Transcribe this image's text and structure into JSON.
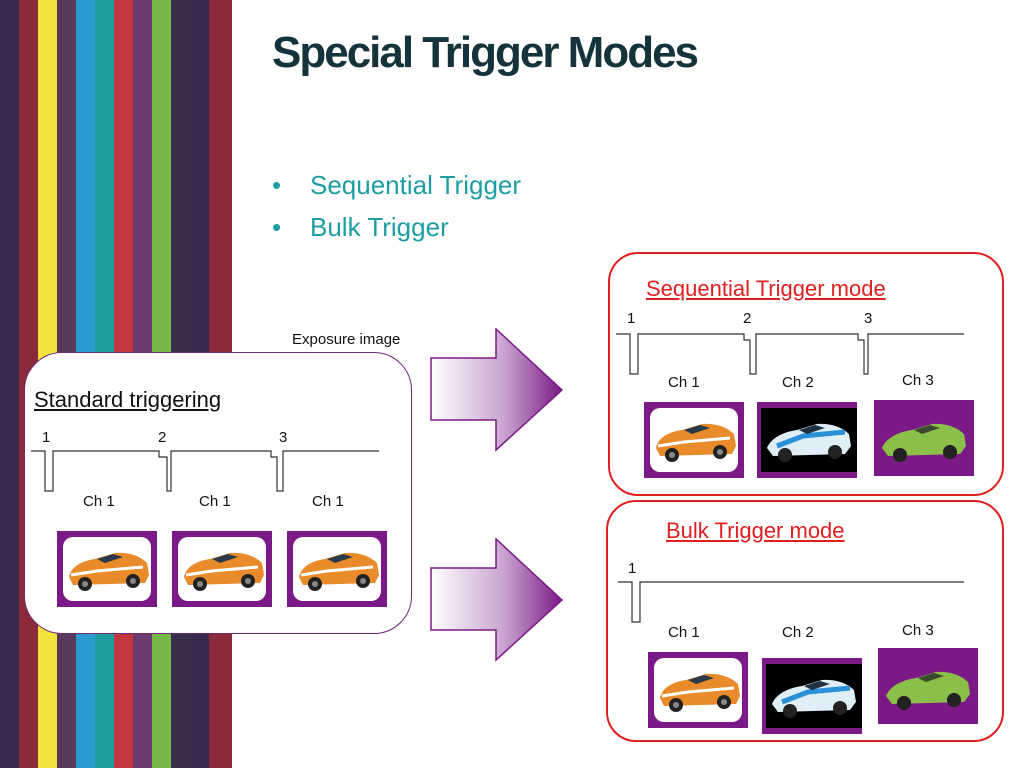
{
  "slide": {
    "title": "Special Trigger Modes",
    "bullets": [
      {
        "marker": "•",
        "text": "Sequential Trigger"
      },
      {
        "marker": "•",
        "text": "Bulk Trigger"
      }
    ]
  },
  "stripes": {
    "colors": [
      "#3a2b4c",
      "#8a2a3a",
      "#f4e33c",
      "#5a3a5a",
      "#2a9bd0",
      "#1e9e9e",
      "#c4373f",
      "#6e3a6e",
      "#78b84a",
      "#3a2e4a"
    ]
  },
  "exposure_label": "Exposure image",
  "standard": {
    "heading": "Standard triggering",
    "pulse_labels": [
      "1",
      "2",
      "3"
    ],
    "channels": [
      "Ch 1",
      "Ch 1",
      "Ch 1"
    ]
  },
  "sequential": {
    "heading": "Sequential Trigger mode",
    "pulse_labels": [
      "1",
      "2",
      "3"
    ],
    "channels": [
      "Ch 1",
      "Ch 2",
      "Ch 3"
    ]
  },
  "bulk": {
    "heading": "Bulk Trigger mode",
    "pulse_labels": [
      "1"
    ],
    "channels": [
      "Ch 1",
      "Ch 2",
      "Ch 3"
    ]
  },
  "colors": {
    "title": "#14333a",
    "bullet_text": "#1e9ea3",
    "mode_heading": "#e02020",
    "frame_purple": "#7b1a86",
    "arrow_purple": "#7b1a86"
  }
}
